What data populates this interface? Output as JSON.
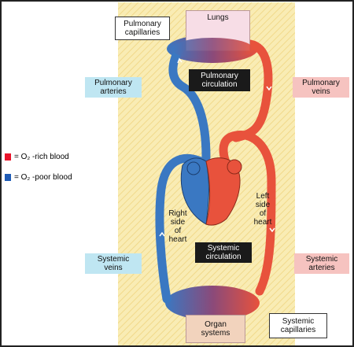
{
  "labels": {
    "lungs": "Lungs",
    "pulmonary_capillaries": "Pulmonary\ncapillaries",
    "pulmonary_arteries": "Pulmonary\narteries",
    "pulmonary_circulation": "Pulmonary\ncirculation",
    "pulmonary_veins": "Pulmonary\nveins",
    "right_side": "Right\nside\nof\nheart",
    "left_side": "Left\nside\nof\nheart",
    "systemic_circulation": "Systemic\ncirculation",
    "systemic_veins": "Systemic\nveins",
    "systemic_arteries": "Systemic\narteries",
    "organ_systems": "Organ\nsystems",
    "systemic_capillaries": "Systemic\ncapillaries"
  },
  "legend": {
    "o2_rich": "= O₂ -rich blood",
    "o2_poor": "= O₂ -poor blood"
  },
  "colors": {
    "o2_rich": "#e8523c",
    "o2_poor": "#3a78c2",
    "background": "#f8e8a8"
  }
}
